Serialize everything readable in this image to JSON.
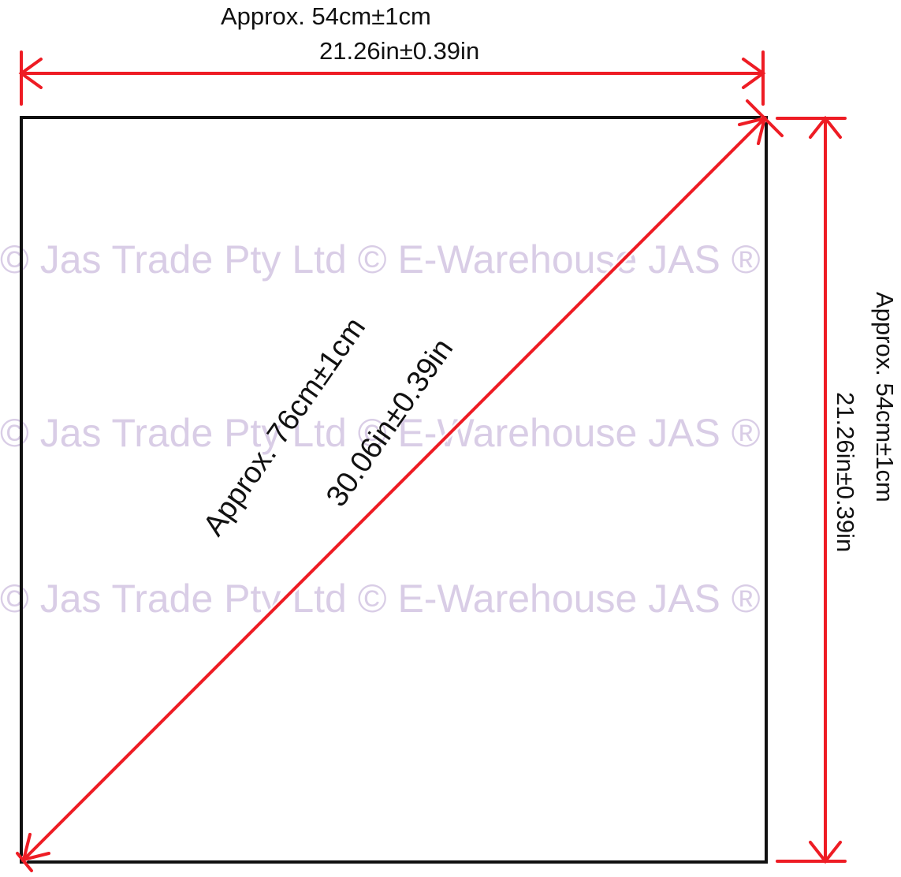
{
  "watermark": {
    "line1": "© Jas Trade Pty Ltd  © E-Warehouse  JAS ®",
    "line2": "© Jas Trade Pty Ltd  © E-Warehouse  JAS ®",
    "line3": "© Jas Trade Pty Ltd  © E-Warehouse  JAS ®"
  },
  "width_label": {
    "cm": "Approx. 54cm±1cm",
    "inch": "21.26in±0.39in"
  },
  "height_label": {
    "cm": "Approx. 54cm±1cm",
    "inch": "21.26in±0.39in"
  },
  "diagonal_label": {
    "cm": "Approx. 76cm±1cm",
    "inch": "30.06in±0.39in"
  },
  "colors": {
    "dimension_line": "#ee1c24",
    "outline": "#111111",
    "watermark": "#d9cde6"
  }
}
